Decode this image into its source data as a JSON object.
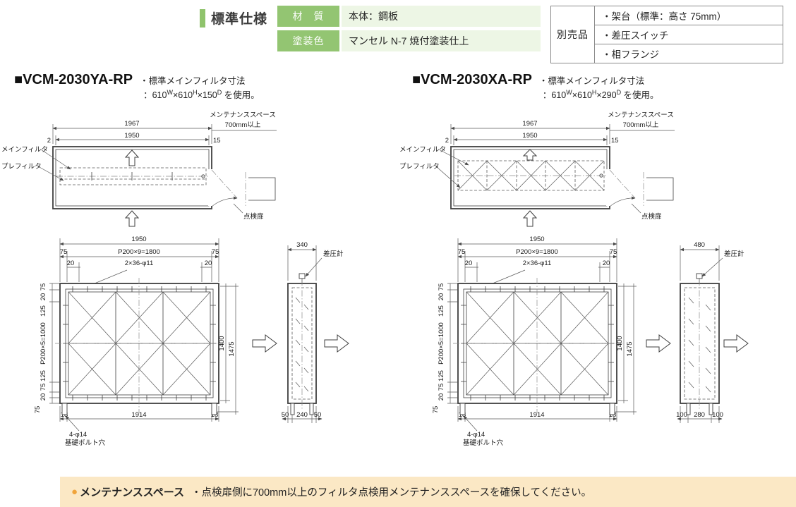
{
  "header": {
    "section_title": "標準仕様",
    "materials": [
      {
        "label": "材　質",
        "value": "本体：鋼板"
      },
      {
        "label": "塗装色",
        "value": "マンセル N-7 焼付塗装仕上"
      }
    ],
    "optional_parts": {
      "label": "別売品",
      "items": [
        "・架台（標準：高さ 75mm）",
        "・差圧スイッチ",
        "・相フランジ"
      ]
    },
    "colors": {
      "accent_green": "#8fc36c",
      "cell_green": "#93c572",
      "cell_light_green": "#edf6e5",
      "footer_tan": "#fbe8c5",
      "bullet_orange": "#f0a43a"
    }
  },
  "models": [
    {
      "title": "■VCM-2030YA-RP",
      "note_line1": "・標準メインフィルタ寸法",
      "note2": [
        "：610",
        "W",
        "×610",
        "H",
        "×150",
        "D",
        " を使用。"
      ],
      "top": {
        "dim_total": "1967",
        "dim_inner": "1950",
        "dim_wall": "2",
        "dim_right": "15",
        "maint1": "メンテナンススペース",
        "maint2": "700mm以上",
        "main_filter": "メインフィルタ",
        "pre_filter": "プレフィルタ",
        "door": "点検扉"
      },
      "front": {
        "w": "1950",
        "s75l": "75",
        "pitch": "P200×9=1800",
        "s75r": "75",
        "s20l": "20",
        "holes": "2×36-φ11",
        "s20r": "20",
        "v75t": "75",
        "v20t": "20",
        "v125t": "125",
        "vpitch": "P200×5=1000",
        "v125b": "125",
        "v75b": "75",
        "v20b": "20",
        "h1400": "1400",
        "h1475": "1475",
        "b18l": "18",
        "b1914": "1914",
        "b18r": "18",
        "base75": "75",
        "bolt1": "4-φ14",
        "bolt2": "基礎ボルト穴"
      },
      "side": {
        "depth": "340",
        "gauge": "差圧計",
        "bl": "50",
        "bc": "240",
        "br": "50"
      }
    },
    {
      "title": "■VCM-2030XA-RP",
      "note_line1": "・標準メインフィルタ寸法",
      "note2": [
        "：610",
        "W",
        "×610",
        "H",
        "×290",
        "D",
        " を使用。"
      ],
      "top": {
        "dim_total": "1967",
        "dim_inner": "1950",
        "dim_wall": "2",
        "dim_right": "15",
        "maint1": "メンテナンススペース",
        "maint2": "700mm以上",
        "main_filter": "メインフィルタ",
        "pre_filter": "プレフィルタ",
        "door": "点検扉"
      },
      "front": {
        "w": "1950",
        "s75l": "75",
        "pitch": "P200×9=1800",
        "s75r": "75",
        "s20l": "20",
        "holes": "2×36-φ11",
        "s20r": "20",
        "v75t": "75",
        "v20t": "20",
        "v125t": "125",
        "vpitch": "P200×5=1000",
        "v125b": "125",
        "v75b": "75",
        "v20b": "20",
        "h1400": "1400",
        "h1475": "1475",
        "b18l": "18",
        "b1914": "1914",
        "b18r": "18",
        "base75": "75",
        "bolt1": "4-φ14",
        "bolt2": "基礎ボルト穴"
      },
      "side": {
        "depth": "480",
        "gauge": "差圧計",
        "bl": "100",
        "bc": "280",
        "br": "100"
      }
    }
  ],
  "footer": {
    "bullet": "●",
    "title": "メンテナンススペース",
    "text": "・点検扉側に700mm以上のフィルタ点検用メンテナンススペースを確保してください。"
  }
}
